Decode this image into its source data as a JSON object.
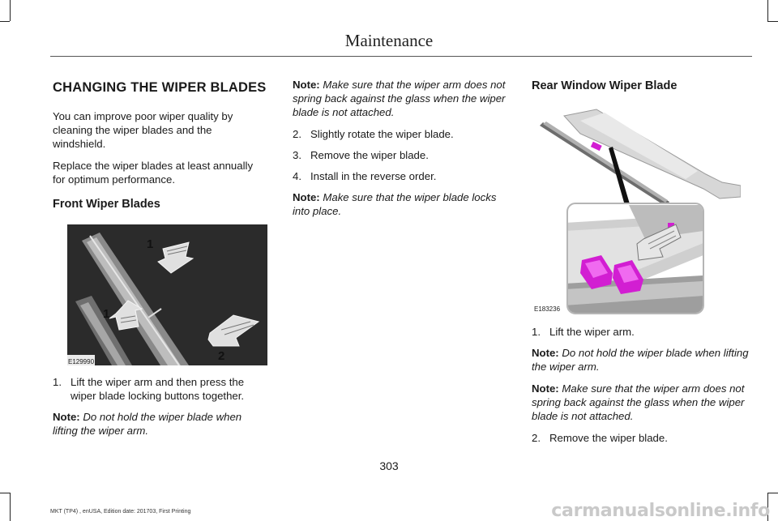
{
  "header": {
    "title": "Maintenance"
  },
  "left": {
    "heading": "CHANGING THE WIPER BLADES",
    "para1": "You can improve poor wiper quality by cleaning the wiper blades and the windshield.",
    "para2": "Replace the wiper blades at least annually for optimum performance.",
    "subheading": "Front Wiper Blades",
    "figure": {
      "code": "E129990",
      "callout_1": "1",
      "callout_2": "2"
    },
    "step1": {
      "num": "1.",
      "text": "Lift the wiper arm and then press the wiper blade locking buttons together."
    },
    "note1": {
      "label": "Note:",
      "text": "Do not hold the wiper blade when lifting the wiper arm."
    }
  },
  "middle": {
    "note1": {
      "label": "Note:",
      "text": "Make sure that the wiper arm does not spring back against the glass when the wiper blade is not attached."
    },
    "steps": [
      {
        "num": "2.",
        "text": "Slightly rotate the wiper blade."
      },
      {
        "num": "3.",
        "text": "Remove the wiper blade."
      },
      {
        "num": "4.",
        "text": "Install in the reverse order."
      }
    ],
    "note2": {
      "label": "Note:",
      "text": "Make sure that the wiper blade locks into place."
    }
  },
  "right": {
    "subheading": "Rear Window Wiper Blade",
    "figure": {
      "code": "E183236"
    },
    "step1": {
      "num": "1.",
      "text": "Lift the wiper arm."
    },
    "note1": {
      "label": "Note:",
      "text": "Do not hold the wiper blade when lifting the wiper arm."
    },
    "note2": {
      "label": "Note:",
      "text": "Make sure that the wiper arm does not spring back against the glass when the wiper blade is not attached."
    },
    "step2": {
      "num": "2.",
      "text": "Remove the wiper blade."
    }
  },
  "page_number": "303",
  "footer": "MKT (TP4) , enUSA, Edition date: 201703, First Printing",
  "watermark": "carmanualsonline.info",
  "colors": {
    "magenta_part": "#d21ed2",
    "photo_bg": "#2b2b2b"
  }
}
